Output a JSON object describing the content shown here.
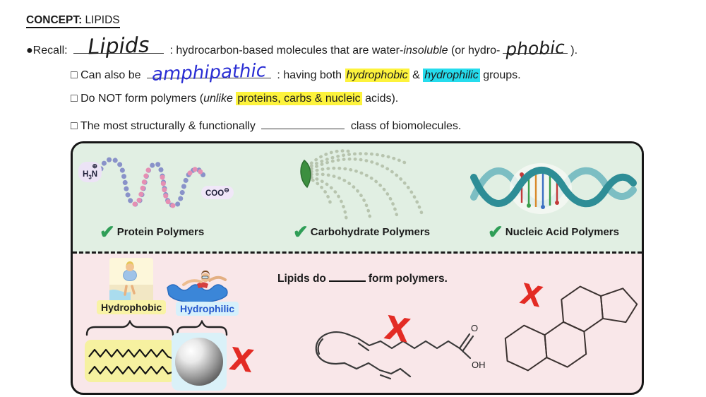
{
  "document": {
    "header": {
      "concept": "CONCEPT:",
      "topic": "LIPIDS"
    },
    "recall": {
      "bullet": "●",
      "label": "Recall:",
      "blank1": "Lipids",
      "seg1": ": hydrocarbon-based molecules that are water-",
      "insoluble": "insoluble",
      "seg2": "(or hydro-",
      "blank2": "phobic",
      "seg3": ")."
    },
    "sub1": {
      "marker": "□",
      "seg1": "Can also be",
      "blank": "amphipathic",
      "seg2": ": having both",
      "hl_yellow": "hydrophobic",
      "amp": "&",
      "hl_cyan": "hydrophilic",
      "seg3": "groups."
    },
    "sub2": {
      "marker": "□",
      "seg1": "Do NOT form polymers (",
      "unlike": "unlike",
      "hl_yellow": "proteins, carbs & nucleic",
      "seg2": "acids)."
    },
    "sub3": {
      "marker": "□",
      "seg1": "The most structurally & functionally",
      "seg2": "class of biomolecules."
    }
  },
  "panel": {
    "top": {
      "protein": {
        "check": "✔",
        "label": "Protein Polymers",
        "n_terminus": {
          "h": "H",
          "three": "3",
          "n": "N",
          "plus": "⊕"
        },
        "c_terminus": {
          "coo": "COO",
          "minus": "⊖"
        }
      },
      "carbohydrate": {
        "check": "✔",
        "label": "Carbohydrate Polymers"
      },
      "nucleic": {
        "check": "✔",
        "label": "Nucleic Acid Polymers"
      }
    },
    "bottom": {
      "caption_start": "Lipids do",
      "caption_end": "form polymers.",
      "hydrophobic_label": "Hydrophobic",
      "hydrophilic_label": "Hydrophilic",
      "x_mark": "X",
      "fatty_acid": {
        "o": "O",
        "oh": "OH"
      }
    }
  },
  "colors": {
    "highlight_yellow": "#fdf33c",
    "highlight_cyan": "#25dced",
    "handwriting_blue": "#2b2fd4",
    "handwriting_black": "#1c1c1c",
    "check_green": "#2f9e57",
    "x_red": "#e32b24",
    "panel_top_bg": "#e1efe3",
    "panel_bottom_bg": "#f9e7e9"
  }
}
